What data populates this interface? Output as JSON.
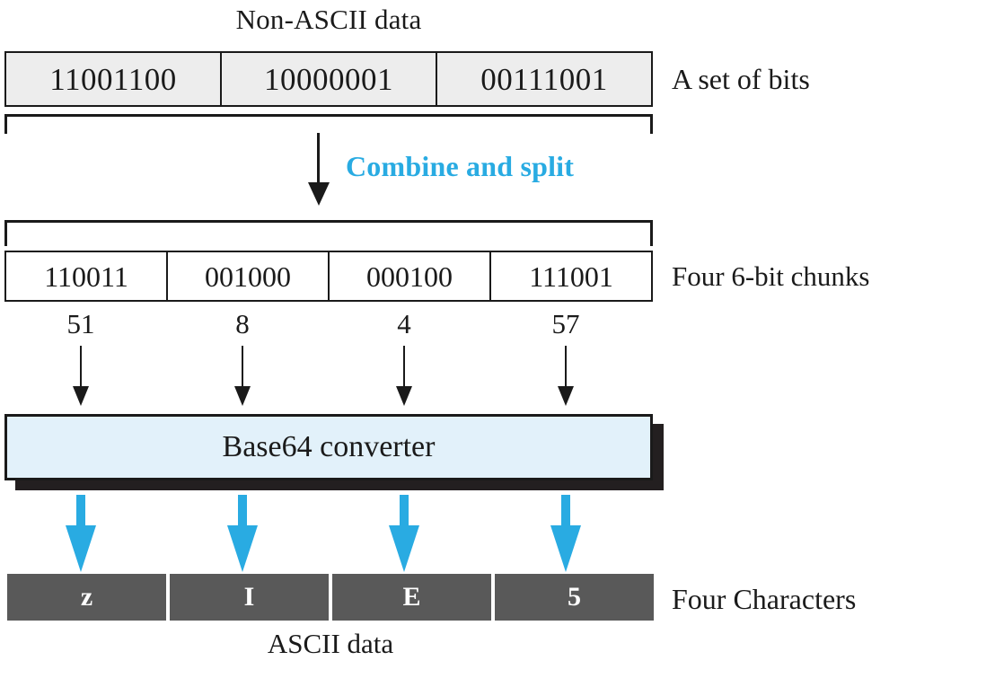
{
  "diagram": {
    "title_top": "Non-ASCII data",
    "title_bottom": "ASCII data",
    "transform_label": "Combine and split",
    "converter_label": "Base64 converter",
    "accent_color": "#29abe2",
    "converter_fill": "#e2f1fa",
    "byte_fill": "#ededed",
    "char_fill": "#595959"
  },
  "byte_row": {
    "side_label": "A set of bits",
    "cells": [
      "11001100",
      "10000001",
      "00111001"
    ]
  },
  "chunk_row": {
    "side_label": "Four 6-bit chunks",
    "cells": [
      "110011",
      "001000",
      "000100",
      "111001"
    ],
    "decimals": [
      "51",
      "8",
      "4",
      "57"
    ]
  },
  "char_row": {
    "side_label": "Four Characters",
    "cells": [
      "z",
      "I",
      "E",
      "5"
    ]
  }
}
